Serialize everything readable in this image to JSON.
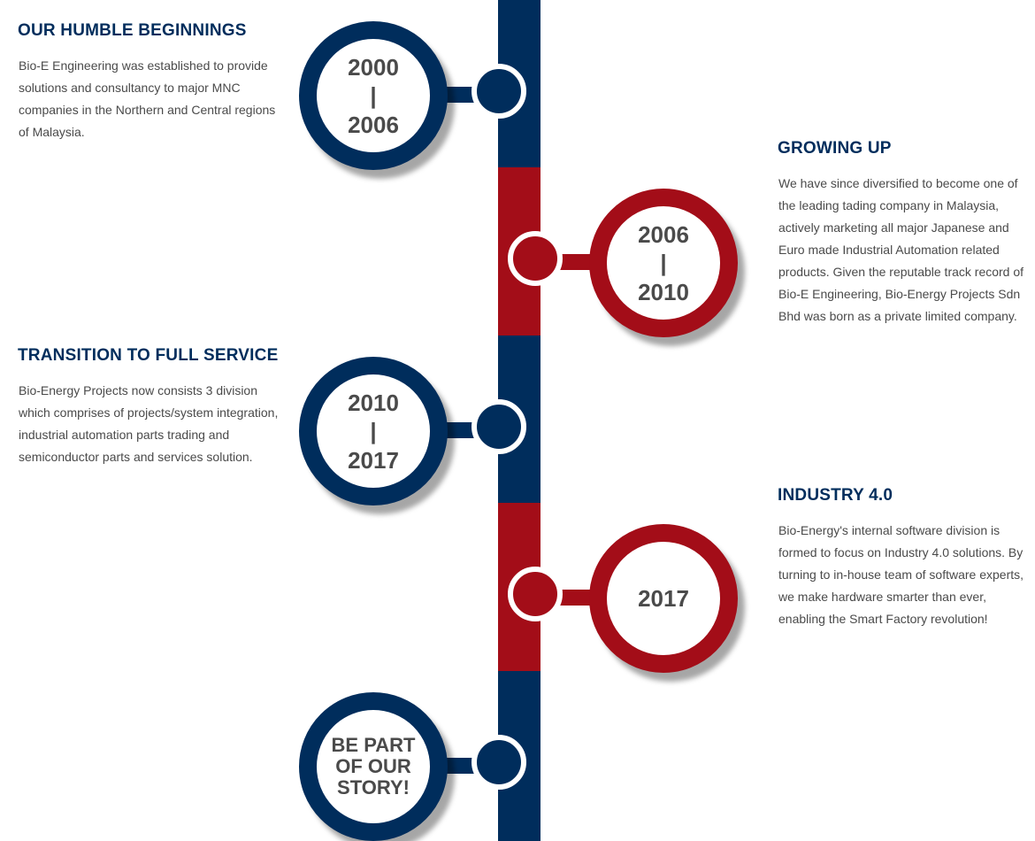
{
  "colors": {
    "navy": "#002d5c",
    "red": "#a30d18",
    "text": "#4a4a4a"
  },
  "milestones": [
    {
      "title": "OUR HUMBLE BEGINNINGS",
      "text": "Bio-E Engineering was established to provide solutions and consultancy to major MNC companies in the Northern and Central regions of Malaysia.",
      "year_start": "2000",
      "separator": "|",
      "year_end": "2006"
    },
    {
      "title": "GROWING UP",
      "text": "We have since diversified to become one of the leading tading company in Malaysia, actively marketing all major Japanese and Euro made Industrial Automation related products. Given the reputable track record of Bio-E Engineering, Bio-Energy Projects Sdn Bhd was born as a private limited company.",
      "year_start": "2006",
      "separator": "|",
      "year_end": "2010"
    },
    {
      "title": "TRANSITION TO FULL SERVICE",
      "text": "Bio-Energy Projects now consists 3 division which comprises of projects/system integration, industrial automation parts trading and semiconductor parts and services solution.",
      "year_start": "2010",
      "separator": "|",
      "year_end": "2017"
    },
    {
      "title": "INDUSTRY 4.0",
      "text": "Bio-Energy's internal software division is formed to focus on Industry 4.0 solutions. By turning to in-house team of software experts, we make hardware smarter than ever, enabling the Smart Factory revolution!",
      "year": "2017"
    }
  ],
  "cta": {
    "line1": "BE PART",
    "line2": "OF OUR",
    "line3": "STORY!"
  }
}
